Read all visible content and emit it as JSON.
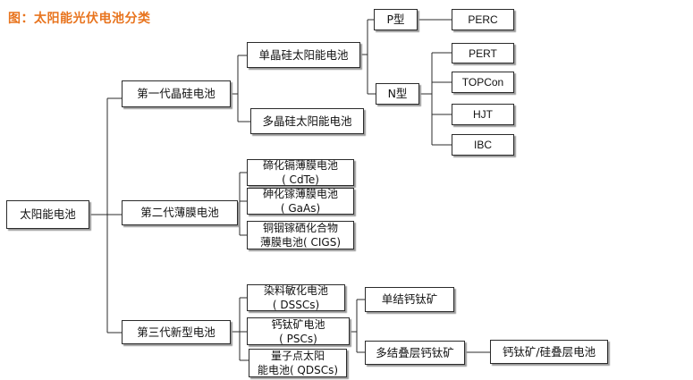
{
  "title": "图：太阳能光伏电池分类",
  "root": "太阳能电池",
  "gen1": {
    "label": "第一代晶硅电池",
    "mono": "单晶硅太阳能电池",
    "poly": "多晶硅太阳能电池",
    "p_type": "P型",
    "n_type": "N型",
    "perc": "PERC",
    "pert": "PERT",
    "topcon": "TOPCon",
    "hjt": "HJT",
    "ibc": "IBC"
  },
  "gen2": {
    "label": "第二代薄膜电池",
    "cdte_line1": "碲化镉薄膜电池",
    "cdte_line2": "( CdTe)",
    "gaas_line1": "砷化镓薄膜电池",
    "gaas_line2": "( GaAs)",
    "cigs_line1": "铜铟镓硒化合物",
    "cigs_line2": "薄膜电池( CIGS)"
  },
  "gen3": {
    "label": "第三代新型电池",
    "dssc_line1": "染料敏化电池",
    "dssc_line2": "( DSSCs)",
    "psc_line1": "钙钛矿电池",
    "psc_line2": "( PSCs)",
    "qdsc_line1": "量子点太阳",
    "qdsc_line2": "能电池( QDSCs)",
    "single_perovskite": "单结钙钛矿",
    "multi_perovskite": "多结叠层钙钛矿",
    "tandem": "钙钛矿/硅叠层电池"
  }
}
